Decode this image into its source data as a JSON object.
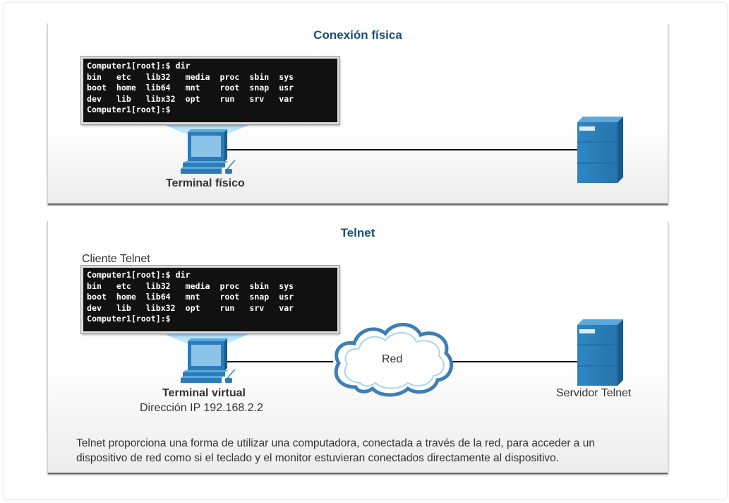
{
  "physical": {
    "title": "Conexión física",
    "terminal_lines": [
      "Computer1[root]:$ dir",
      "bin   etc   lib32   media  proc  sbin  sys",
      "boot  home  lib64   mnt    root  snap  usr",
      "dev   lib   libx32  opt    run   srv   var",
      "Computer1[root]:$"
    ],
    "terminal_label": "Terminal físico",
    "computer_icon": "desktop-computer-icon",
    "server_icon": "server-icon"
  },
  "telnet": {
    "title": "Telnet",
    "client_label": "Cliente Telnet",
    "terminal_lines": [
      "Computer1[root]:$ dir",
      "bin   etc   lib32   media  proc  sbin  sys",
      "boot  home  lib64   mnt    root  snap  usr",
      "dev   lib   libx32  opt    run   srv   var",
      "Computer1[root]:$"
    ],
    "terminal_label": "Terminal virtual",
    "ip_label": "Dirección IP 192.168.2.2",
    "network_label": "Red",
    "server_label": "Servidor Telnet",
    "cloud_icon": "cloud-icon",
    "description": "Telnet proporciona una forma de utilizar una computadora, conectada a través de la red, para acceder a un dispositivo de red como si el teclado y el monitor estuvieran conectados directamente al dispositivo."
  },
  "colors": {
    "title": "#1b4f72",
    "device_blue": "#2b7bb9",
    "device_dark": "#1a5a8c",
    "beam": "#a9dcf2",
    "cloud_stroke": "#3d7fb5",
    "line": "#111111"
  }
}
